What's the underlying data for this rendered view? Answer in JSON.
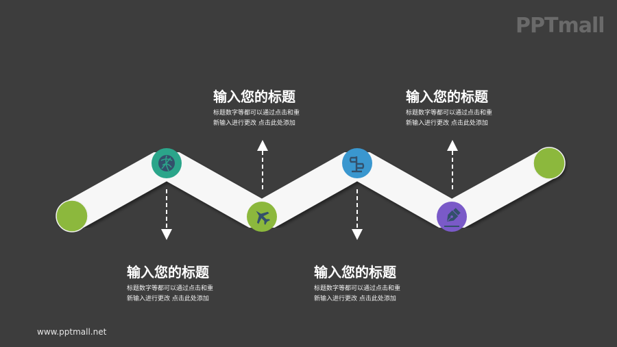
{
  "brand": {
    "logo_text": "PPTmall",
    "footer_url": "www.pptmall.net"
  },
  "colors": {
    "background": "#3d3d3d",
    "path": "#f7f7f7",
    "endpoint_green": "#8cb83d",
    "node_teal": "#2ba58a",
    "node_green": "#8cb83d",
    "node_blue": "#3a97cf",
    "node_purple": "#7a5ac8",
    "icon_dark": "#33506b"
  },
  "steps": [
    {
      "id": 1,
      "position": "below",
      "icon": "basketball-icon",
      "node_color": "#2ba58a",
      "title": "输入您的标题",
      "desc_line1": "标题数字等都可以通过点击和重",
      "desc_line2": "新输入进行更改 点击此处添加"
    },
    {
      "id": 2,
      "position": "above",
      "icon": "airplane-icon",
      "node_color": "#8cb83d",
      "title": "输入您的标题",
      "desc_line1": "标题数字等都可以通过点击和重",
      "desc_line2": "新输入进行更改 点击此处添加"
    },
    {
      "id": 3,
      "position": "below",
      "icon": "signpost-icon",
      "node_color": "#3a97cf",
      "title": "输入您的标题",
      "desc_line1": "标题数字等都可以通过点击和重",
      "desc_line2": "新输入进行更改 点击此处添加"
    },
    {
      "id": 4,
      "position": "above",
      "icon": "pen-nib-icon",
      "node_color": "#7a5ac8",
      "title": "输入您的标题",
      "desc_line1": "标题数字等都可以通过点击和重",
      "desc_line2": "新输入进行更改 点击此处添加"
    }
  ]
}
